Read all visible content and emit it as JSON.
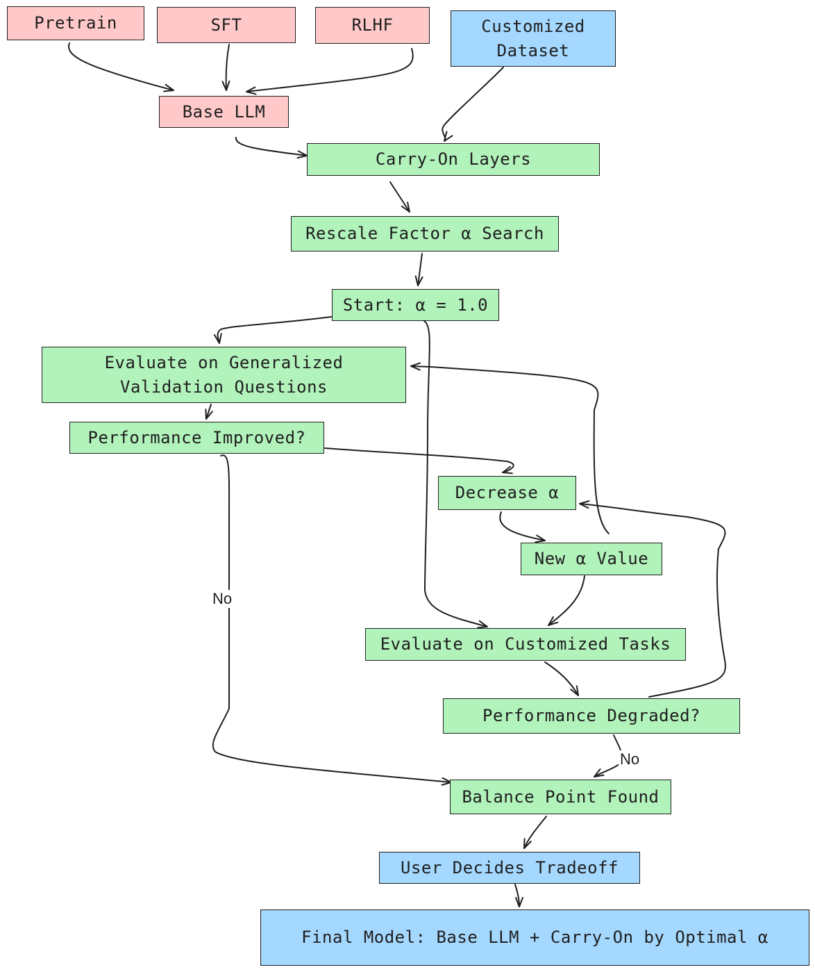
{
  "nodes": {
    "pretrain": "Pretrain",
    "sft": "SFT",
    "rlhf": "RLHF",
    "customized_dataset": "Customized\nDataset",
    "base_llm": "Base LLM",
    "carry_on_layers": "Carry-On Layers",
    "rescale_search": "Rescale Factor α Search",
    "start": "Start: α = 1.0",
    "eval_general": "Evaluate on Generalized\nValidation Questions",
    "perf_improved": "Performance Improved?",
    "decrease_alpha": "Decrease α",
    "new_alpha": "New α Value",
    "eval_custom": "Evaluate on Customized Tasks",
    "perf_degraded": "Performance Degraded?",
    "balance_point": "Balance Point Found",
    "user_decides": "User Decides Tradeoff",
    "final_model": "Final Model: Base LLM + Carry-On by Optimal α"
  },
  "edge_labels": {
    "improved_no": "No",
    "degraded_no": "No"
  },
  "colors": {
    "pink": "#ffc9c9",
    "green": "#b2f2bb",
    "blue": "#a5d8ff",
    "stroke": "#1e1e1e"
  }
}
